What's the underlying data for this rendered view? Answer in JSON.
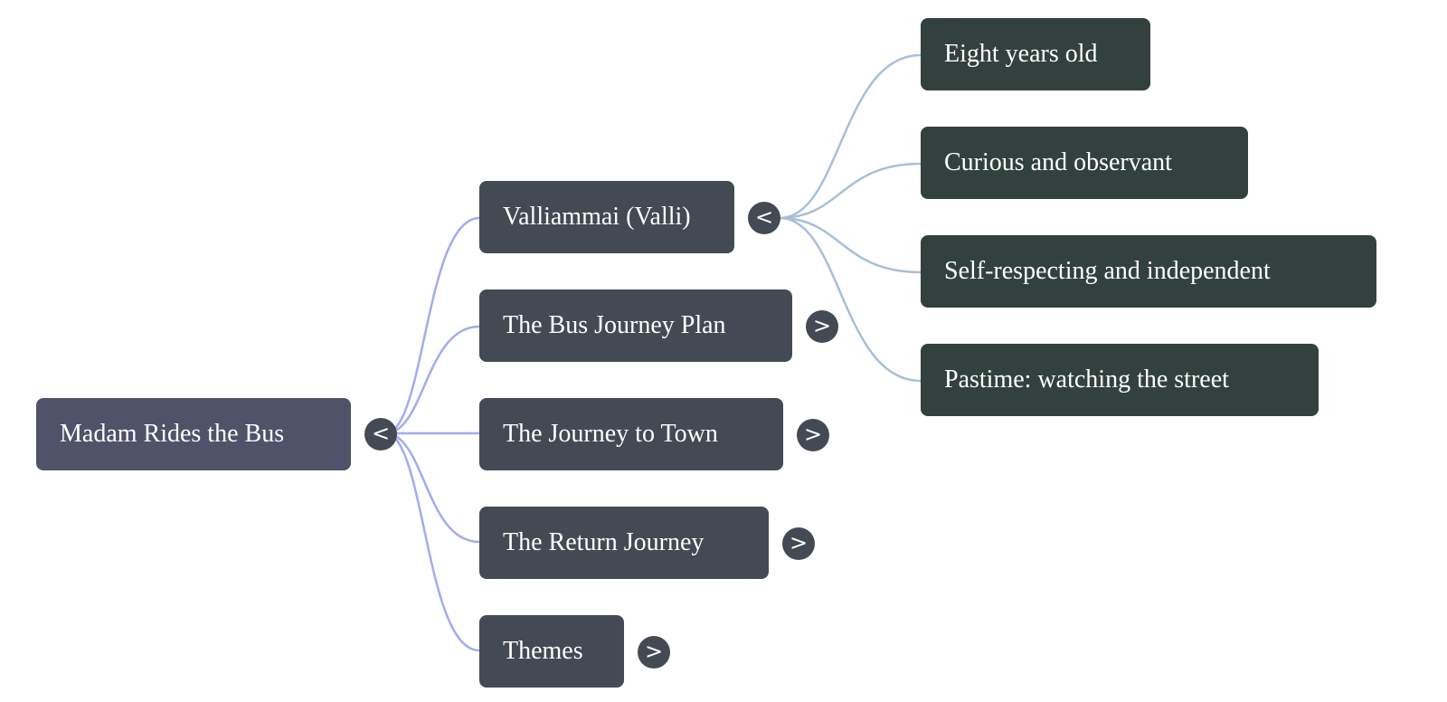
{
  "mindmap": {
    "root": {
      "label": "Madam Rides the Bus",
      "toggle": "<",
      "expanded": true
    },
    "branches": [
      {
        "label": "Valliammai (Valli)",
        "toggle": "<",
        "expanded": true,
        "children": [
          {
            "label": "Eight years old"
          },
          {
            "label": "Curious and observant"
          },
          {
            "label": "Self-respecting and independent"
          },
          {
            "label": "Pastime: watching the street"
          }
        ]
      },
      {
        "label": "The Bus Journey Plan",
        "toggle": ">",
        "expanded": false
      },
      {
        "label": "The Journey to Town",
        "toggle": ">",
        "expanded": false
      },
      {
        "label": "The Return Journey",
        "toggle": ">",
        "expanded": false
      },
      {
        "label": "Themes",
        "toggle": ">",
        "expanded": false
      }
    ],
    "colors": {
      "root_node": "#50526a",
      "branch_node": "#434a53",
      "leaf_node": "#33413e",
      "root_links": "#a4abef",
      "branch_links": "#a8bfd9",
      "text": "#ffffff"
    }
  }
}
